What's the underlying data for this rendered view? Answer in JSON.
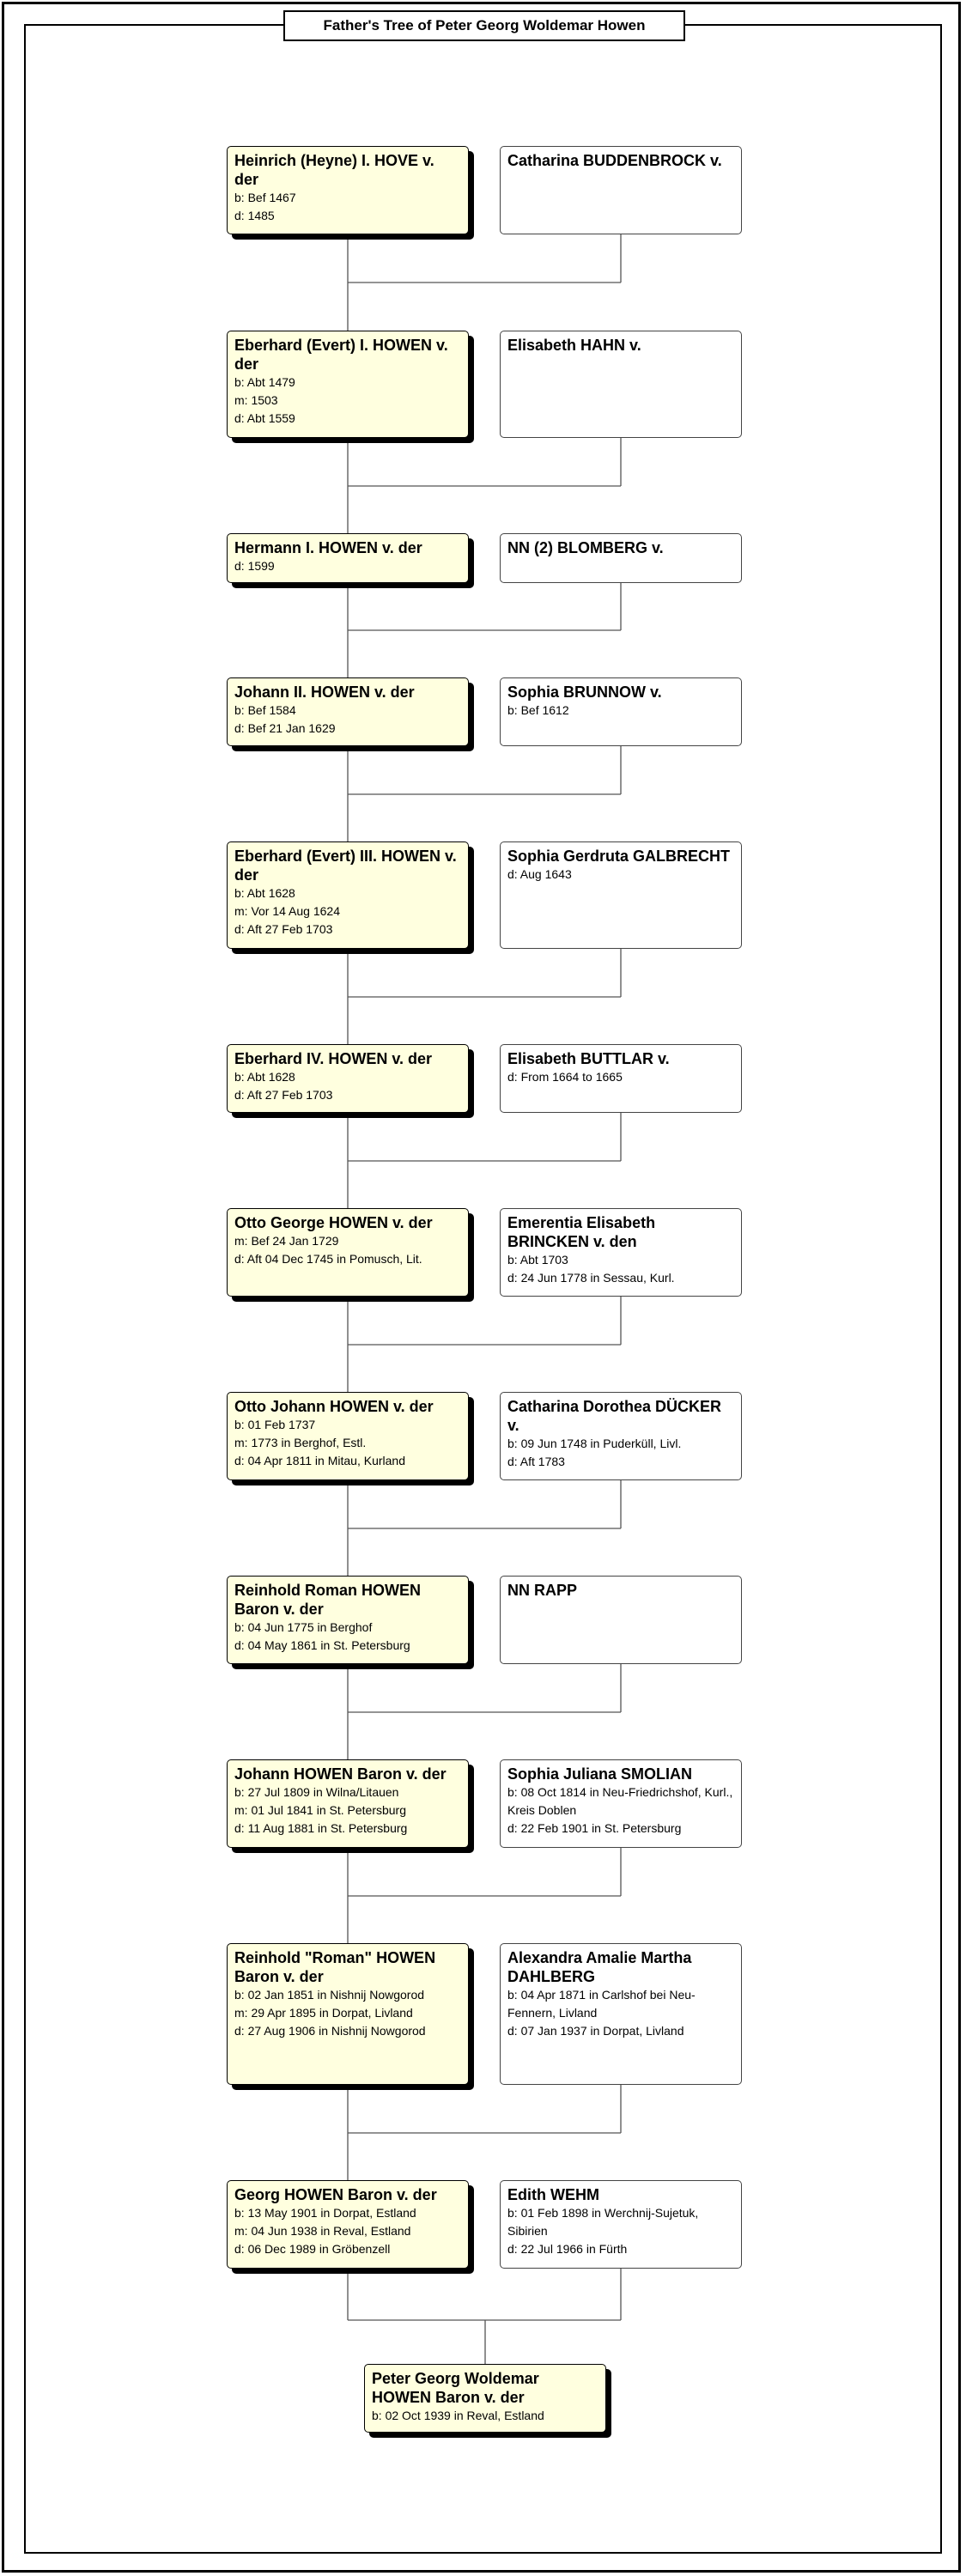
{
  "title": "Father's Tree of Peter Georg Woldemar Howen",
  "generations": [
    {
      "father": {
        "name": "Heinrich (Heyne) I. HOVE v. der",
        "events": [
          "b: Bef 1467",
          "d: 1485"
        ]
      },
      "mother": {
        "name": "Catharina BUDDENBROCK v.",
        "events": []
      }
    },
    {
      "father": {
        "name": "Eberhard (Evert) I. HOWEN v. der",
        "events": [
          "b: Abt 1479",
          "m: 1503",
          "d: Abt 1559"
        ]
      },
      "mother": {
        "name": "Elisabeth HAHN v.",
        "events": []
      }
    },
    {
      "father": {
        "name": "Hermann I. HOWEN v. der",
        "events": [
          "d: 1599"
        ]
      },
      "mother": {
        "name": "NN (2) BLOMBERG v.",
        "events": []
      }
    },
    {
      "father": {
        "name": "Johann II. HOWEN v. der",
        "events": [
          "b: Bef 1584",
          "d: Bef 21 Jan 1629"
        ]
      },
      "mother": {
        "name": "Sophia BRUNNOW v.",
        "events": [
          "b: Bef 1612"
        ]
      }
    },
    {
      "father": {
        "name": "Eberhard (Evert) III. HOWEN v. der",
        "events": [
          "b: Abt 1628",
          "m: Vor 14 Aug 1624",
          "d: Aft 27 Feb 1703"
        ]
      },
      "mother": {
        "name": "Sophia Gerdruta GALBRECHT",
        "events": [
          "d: Aug 1643"
        ]
      }
    },
    {
      "father": {
        "name": "Eberhard IV. HOWEN v. der",
        "events": [
          "b: Abt 1628",
          "d: Aft 27 Feb 1703"
        ]
      },
      "mother": {
        "name": "Elisabeth BUTTLAR v.",
        "events": [
          "d: From 1664 to 1665"
        ]
      }
    },
    {
      "father": {
        "name": "Otto George HOWEN v. der",
        "events": [
          "m: Bef 24 Jan 1729",
          "d: Aft 04 Dec 1745 in Pomusch, Lit."
        ]
      },
      "mother": {
        "name": "Emerentia Elisabeth BRINCKEN v. den",
        "events": [
          "b: Abt 1703",
          "d: 24 Jun 1778 in Sessau, Kurl."
        ]
      }
    },
    {
      "father": {
        "name": "Otto Johann HOWEN v. der",
        "events": [
          "b: 01 Feb 1737",
          "m: 1773 in Berghof, Estl.",
          "d: 04 Apr 1811 in Mitau, Kurland"
        ]
      },
      "mother": {
        "name": "Catharina Dorothea DÜCKER v.",
        "events": [
          "b: 09 Jun 1748 in Puderküll, Livl.",
          "d: Aft 1783"
        ]
      }
    },
    {
      "father": {
        "name": "Reinhold Roman HOWEN Baron v. der",
        "events": [
          "b: 04 Jun 1775 in Berghof",
          "d: 04 May 1861 in St. Petersburg"
        ]
      },
      "mother": {
        "name": "NN RAPP",
        "events": []
      }
    },
    {
      "father": {
        "name": "Johann HOWEN Baron v. der",
        "events": [
          "b: 27 Jul 1809 in Wilna/Litauen",
          "m: 01 Jul 1841 in St. Petersburg",
          "d: 11 Aug 1881 in St. Petersburg"
        ]
      },
      "mother": {
        "name": "Sophia Juliana SMOLIAN",
        "events": [
          "b: 08 Oct 1814 in Neu-Friedrichshof, Kurl., Kreis Doblen",
          "d: 22 Feb 1901 in St. Petersburg"
        ]
      }
    },
    {
      "father": {
        "name": "Reinhold \"Roman\" HOWEN Baron v. der",
        "events": [
          "b: 02 Jan 1851 in Nishnij Nowgorod",
          "m: 29 Apr 1895 in Dorpat, Livland",
          "d: 27 Aug 1906 in Nishnij Nowgorod"
        ]
      },
      "mother": {
        "name": "Alexandra Amalie Martha DAHLBERG",
        "events": [
          "b: 04 Apr 1871 in Carlshof bei Neu-Fennern, Livland",
          "d: 07 Jan 1937 in Dorpat, Livland"
        ]
      }
    },
    {
      "father": {
        "name": "Georg HOWEN Baron v. der",
        "events": [
          "b: 13 May 1901 in Dorpat, Estland",
          "m: 04 Jun 1938 in Reval, Estland",
          "d: 06 Dec 1989 in Gröbenzell"
        ]
      },
      "mother": {
        "name": "Edith WEHM",
        "events": [
          "b: 01 Feb 1898 in Werchnij-Sujetuk, Sibirien",
          "d: 22 Jul 1966 in Fürth"
        ]
      }
    }
  ],
  "subject": {
    "name": "Peter Georg Woldemar HOWEN Baron v. der",
    "events": [
      "b: 02 Oct 1939 in Reval, Estland"
    ]
  }
}
